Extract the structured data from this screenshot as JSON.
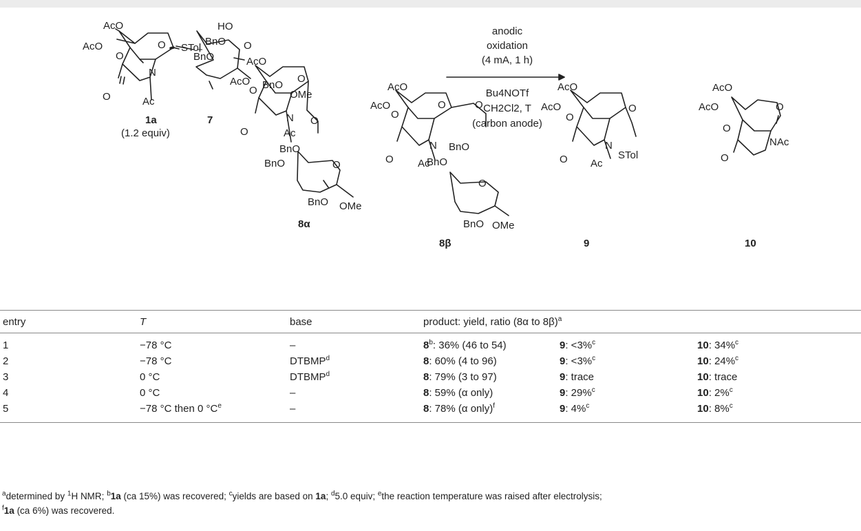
{
  "scheme": {
    "reactant1": {
      "label": "1a",
      "equiv": "(1.2 equiv)"
    },
    "reactant2": {
      "label": "7"
    },
    "plus": "+",
    "conditions_above": [
      "anodic",
      "oxidation",
      "(4 mA, 1 h)"
    ],
    "conditions_below": [
      "Bu4NOTf",
      "CH2Cl2, T",
      "(carbon anode)"
    ],
    "products": [
      {
        "label": "8α"
      },
      {
        "label": "8β"
      },
      {
        "label": "9"
      },
      {
        "label": "10"
      }
    ],
    "atom_labels": [
      "AcO",
      "O",
      "STol",
      "N",
      "Ac",
      "HO",
      "BnO",
      "OMe",
      "NAc"
    ]
  },
  "table": {
    "headers": [
      "entry",
      "T",
      "base",
      "product: yield, ratio (8α to 8β)",
      "a"
    ],
    "rows": [
      {
        "entry": "1",
        "T": "−78 °C",
        "T_sup": "",
        "base": "–",
        "base_sup": "",
        "p8_label": "8",
        "p8_sup": "b",
        "p8": ": 36% (46 to 54)",
        "p8_sup2": "",
        "p9_label": "9",
        "p9": ": <3%",
        "p9_sup": "c",
        "p10_label": "10",
        "p10": ": 34%",
        "p10_sup": "c"
      },
      {
        "entry": "2",
        "T": "−78 °C",
        "T_sup": "",
        "base": "DTBMP",
        "base_sup": "d",
        "p8_label": "8",
        "p8_sup": "",
        "p8": ": 60% (4 to 96)",
        "p8_sup2": "",
        "p9_label": "9",
        "p9": ": <3%",
        "p9_sup": "c",
        "p10_label": "10",
        "p10": ": 24%",
        "p10_sup": "c"
      },
      {
        "entry": "3",
        "T": "0 °C",
        "T_sup": "",
        "base": "DTBMP",
        "base_sup": "d",
        "p8_label": "8",
        "p8_sup": "",
        "p8": ": 79% (3 to 97)",
        "p8_sup2": "",
        "p9_label": "9",
        "p9": ": trace",
        "p9_sup": "",
        "p10_label": "10",
        "p10": ": trace",
        "p10_sup": ""
      },
      {
        "entry": "4",
        "T": "0 °C",
        "T_sup": "",
        "base": "–",
        "base_sup": "",
        "p8_label": "8",
        "p8_sup": "",
        "p8": ": 59% (α only)",
        "p8_sup2": "",
        "p9_label": "9",
        "p9": ": 29%",
        "p9_sup": "c",
        "p10_label": "10",
        "p10": ": 2%",
        "p10_sup": "c"
      },
      {
        "entry": "5",
        "T": "−78 °C then 0 °C",
        "T_sup": "e",
        "base": "–",
        "base_sup": "",
        "p8_label": "8",
        "p8_sup": "",
        "p8": ": 78% (α only)",
        "p8_sup2": "f",
        "p9_label": "9",
        "p9": ": 4%",
        "p9_sup": "c",
        "p10_label": "10",
        "p10": ": 8%",
        "p10_sup": "c"
      }
    ]
  },
  "footnotes": {
    "a_mark": "a",
    "a_text": "determined by ",
    "a_nmr_sup": "1",
    "a_nmr": "H NMR; ",
    "b_mark": "b",
    "b_cmpd": "1a",
    "b_text": " (ca 15%) was recovered; ",
    "c_mark": "c",
    "c_text": "yields are based on ",
    "c_cmpd": "1a",
    "c_end": "; ",
    "d_mark": "d",
    "d_text": "5.0 equiv; ",
    "e_mark": "e",
    "e_text": "the reaction temperature was raised after electrolysis;",
    "f_mark": "f",
    "f_cmpd": "1a",
    "f_text": " (ca 6%) was recovered."
  }
}
